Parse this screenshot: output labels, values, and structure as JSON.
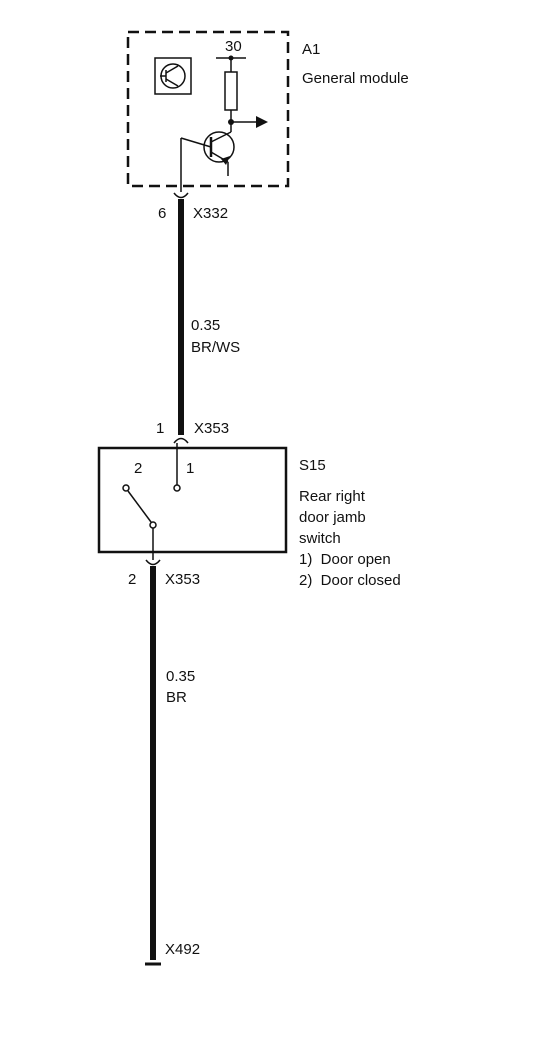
{
  "module": {
    "id": "A1",
    "name": "General module",
    "terminal": "30",
    "icon": "transistor-symbol-icon"
  },
  "connectors": {
    "x332": {
      "pin": "6",
      "name": "X332"
    },
    "x353_top": {
      "pin": "1",
      "name": "X353"
    },
    "x353_bottom": {
      "pin": "2",
      "name": "X353"
    },
    "x492": {
      "name": "X492"
    }
  },
  "wires": {
    "upper": {
      "gauge": "0.35",
      "color": "BR/WS"
    },
    "lower": {
      "gauge": "0.35",
      "color": "BR"
    }
  },
  "switch": {
    "id": "S15",
    "description_lines": [
      "Rear right",
      "door jamb",
      "switch"
    ],
    "states": [
      "1)  Door open",
      "2)  Door closed"
    ],
    "contact_labels": [
      "2",
      "1"
    ]
  }
}
